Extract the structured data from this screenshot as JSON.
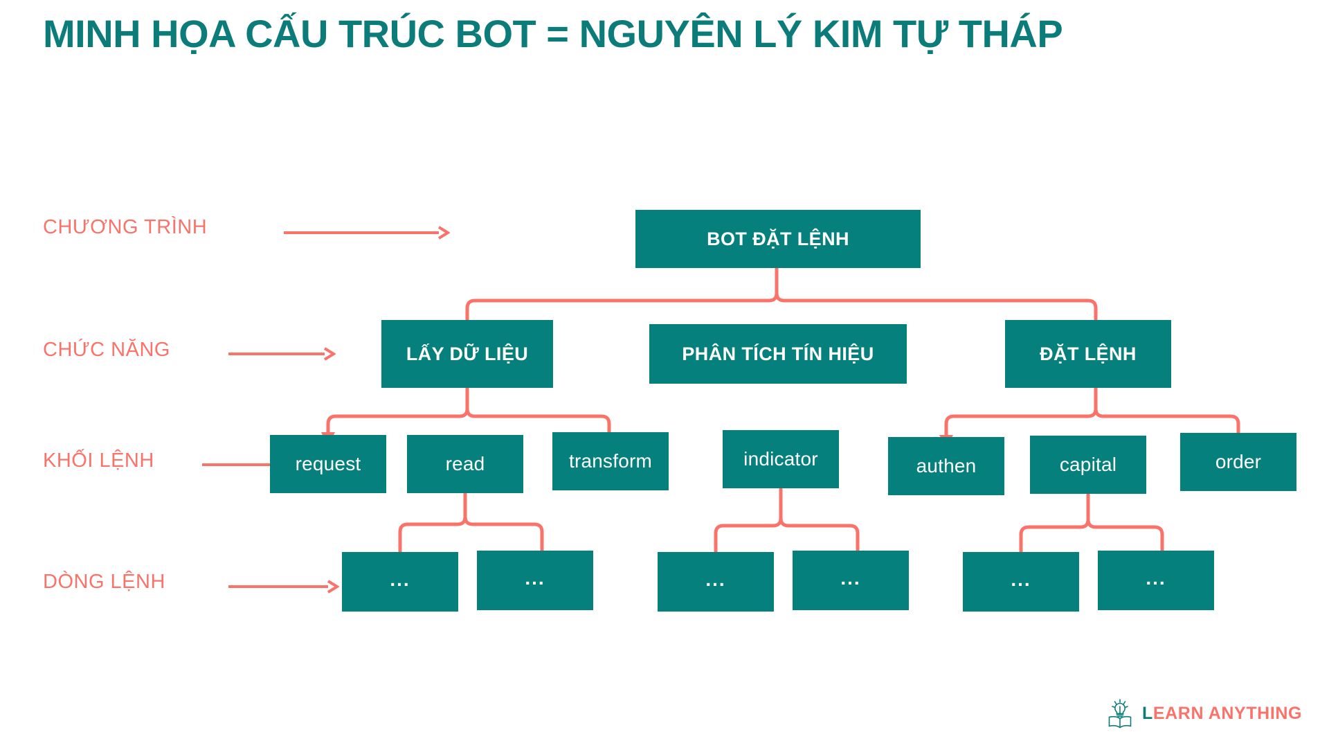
{
  "page": {
    "title": "MINH HỌA CẤU TRÚC BOT = NGUYÊN LÝ KIM TỰ THÁP",
    "background": "#ffffff",
    "accent_teal": "#06807d",
    "accent_coral": "#f9736a",
    "title_color": "#0b7c79"
  },
  "row_labels": [
    {
      "label": "CHƯƠNG TRÌNH",
      "arrow": "right-arrow-icon"
    },
    {
      "label": "CHỨC NĂNG",
      "arrow": "right-arrow-icon"
    },
    {
      "label": "KHỐI LỆNH",
      "arrow": "right-arrow-icon"
    },
    {
      "label": "DÒNG LỆNH",
      "arrow": "right-arrow-icon"
    }
  ],
  "tree": {
    "level1": [
      {
        "label": "BOT ĐẶT LỆNH"
      }
    ],
    "level2": [
      {
        "label": "LẤY DỮ LIỆU"
      },
      {
        "label": "PHÂN TÍCH TÍN HIỆU"
      },
      {
        "label": "ĐẶT LỆNH"
      }
    ],
    "level3": [
      {
        "label": "request"
      },
      {
        "label": "read"
      },
      {
        "label": "transform"
      },
      {
        "label": "indicator"
      },
      {
        "label": "authen"
      },
      {
        "label": "capital"
      },
      {
        "label": "order"
      }
    ],
    "level4": [
      {
        "label": "..."
      },
      {
        "label": "..."
      },
      {
        "label": "..."
      },
      {
        "label": "..."
      },
      {
        "label": "..."
      },
      {
        "label": "..."
      }
    ]
  },
  "logo": {
    "icon": "book-lightbulb-icon",
    "lead": "L",
    "rest": "EARN ANYTHING"
  }
}
